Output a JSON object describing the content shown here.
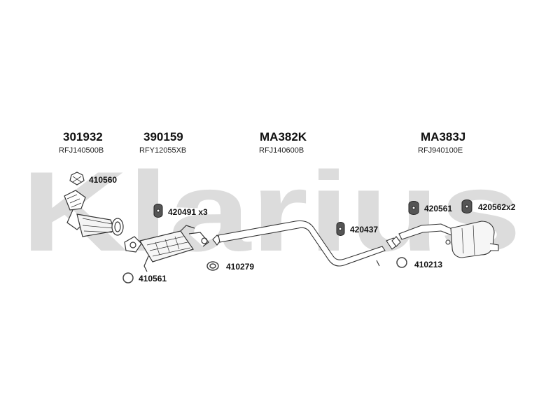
{
  "watermark": {
    "text": "Klarius",
    "color": "#d9d9d9"
  },
  "assemblies": [
    {
      "code": "301932",
      "ref": "RFJ140500B"
    },
    {
      "code": "390159",
      "ref": "RFY12055XB"
    },
    {
      "code": "MA382K",
      "ref": "RFJ140600B"
    },
    {
      "code": "MA383J",
      "ref": "RFJ940100E"
    }
  ],
  "fittings": [
    {
      "label": "410560",
      "icon": "clamp-icon"
    },
    {
      "label": "420491 x3",
      "icon": "rubber-mount-icon"
    },
    {
      "label": "410561",
      "icon": "gasket-ring-icon"
    },
    {
      "label": "410279",
      "icon": "gasket-oval-icon"
    },
    {
      "label": "420437",
      "icon": "rubber-mount-icon"
    },
    {
      "label": "410213",
      "icon": "gasket-ring-icon"
    },
    {
      "label": "420561",
      "icon": "rubber-mount-icon"
    },
    {
      "label": "420562x2",
      "icon": "rubber-mount-icon"
    }
  ]
}
